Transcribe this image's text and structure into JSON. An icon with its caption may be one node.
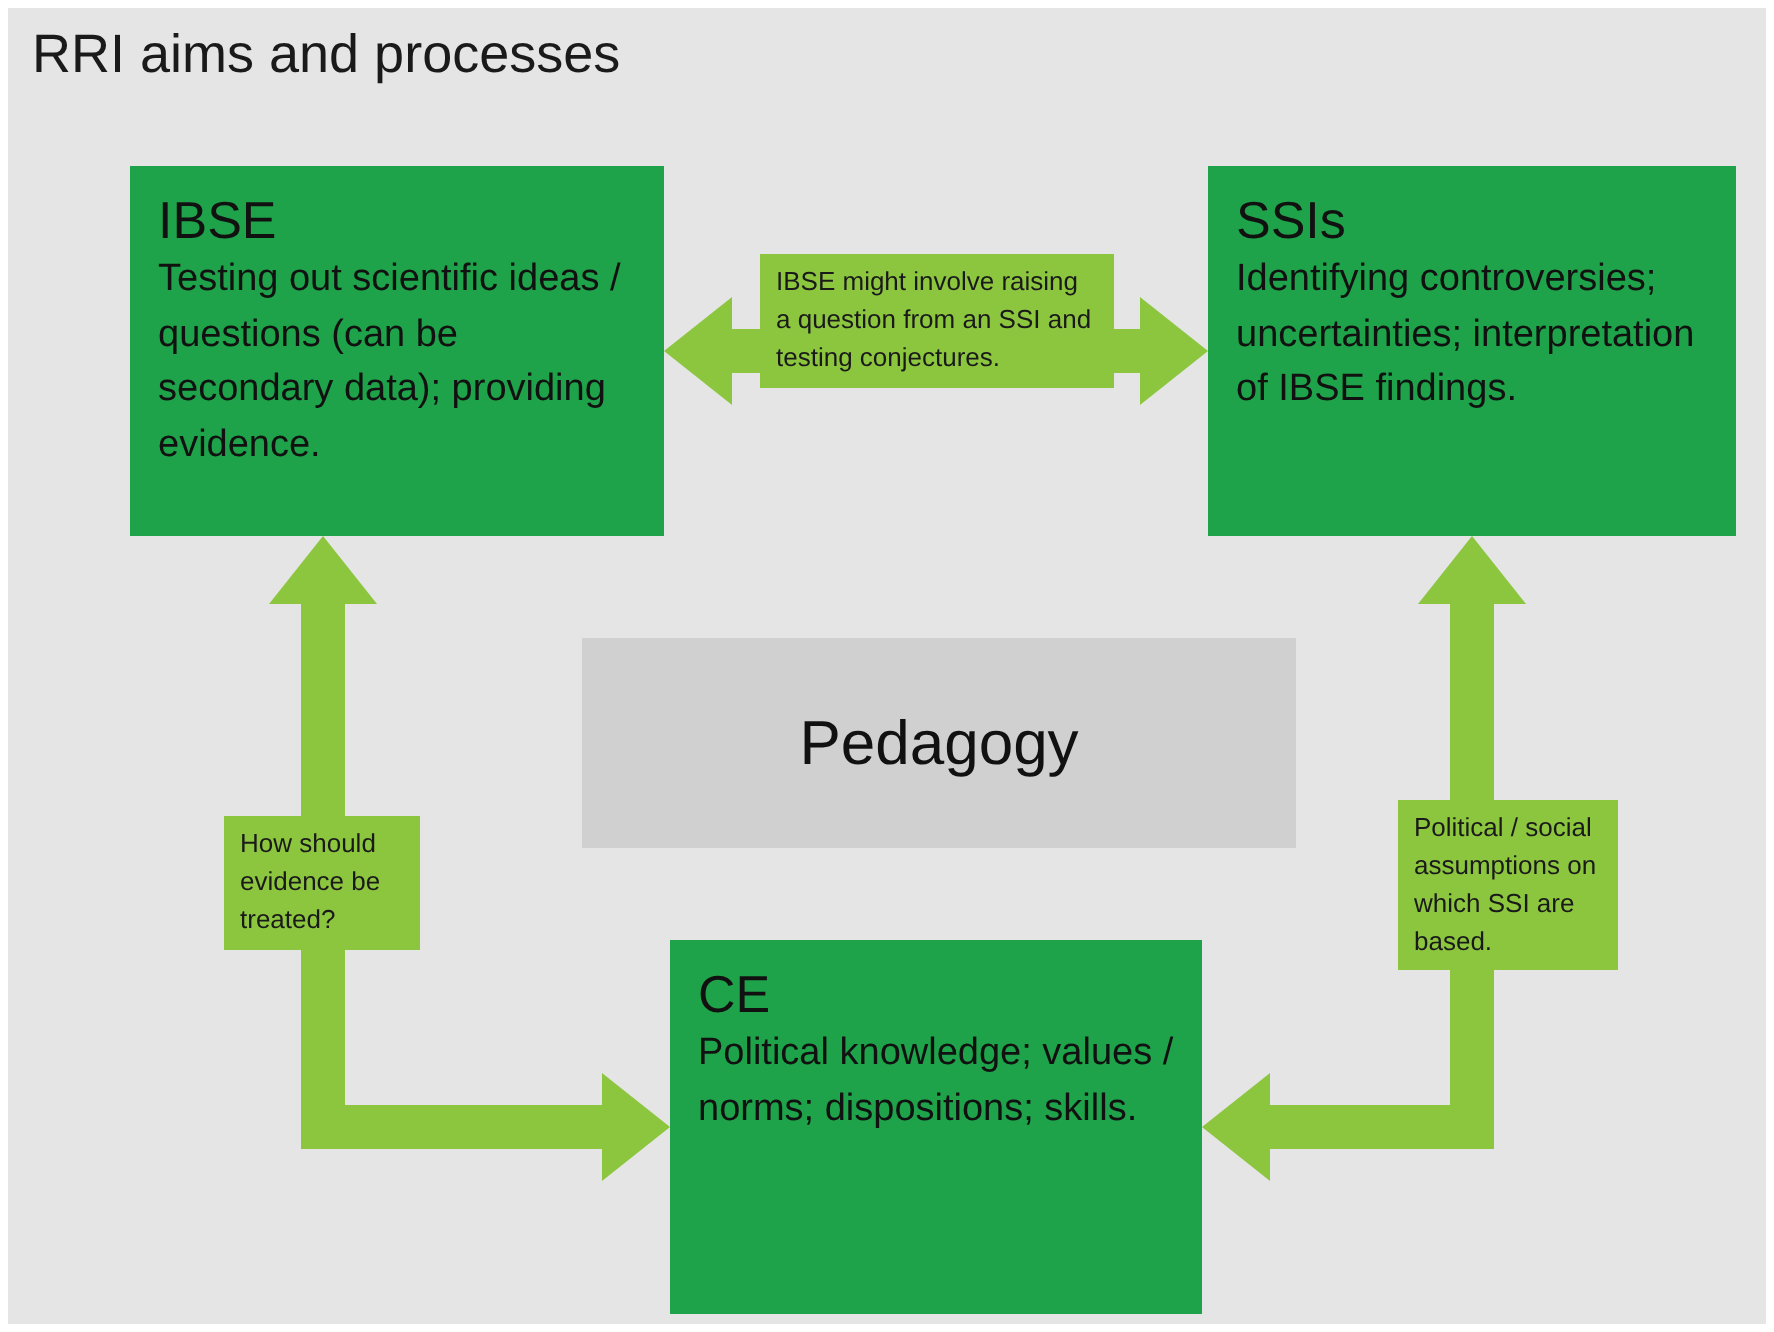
{
  "diagram": {
    "title": "RRI aims and processes",
    "nodes": [
      {
        "text": [
          "IBSE",
          "Testing out scientific ideas / questions (can be secondary data); providing evidence."
        ]
      },
      {
        "text": [
          "SSIs",
          "Identifying controversies; uncertainties; interpretation of IBSE findings."
        ]
      },
      {
        "text": [
          "Pedagogy"
        ]
      },
      {
        "text": [
          "CE",
          "Political knowledge; values / norms; dispositions; skills."
        ]
      }
    ],
    "edges": [
      {
        "from": 0,
        "to": 1,
        "arrow": "both",
        "label": "IBSE might involve raising a question from an SSI and testing conjectures."
      },
      {
        "from": 3,
        "to": 0,
        "arrow": "both",
        "label": "How should evidence be treated?"
      },
      {
        "from": 3,
        "to": 1,
        "arrow": "both",
        "label": "Political / social assumptions on which SSI are based."
      }
    ]
  }
}
